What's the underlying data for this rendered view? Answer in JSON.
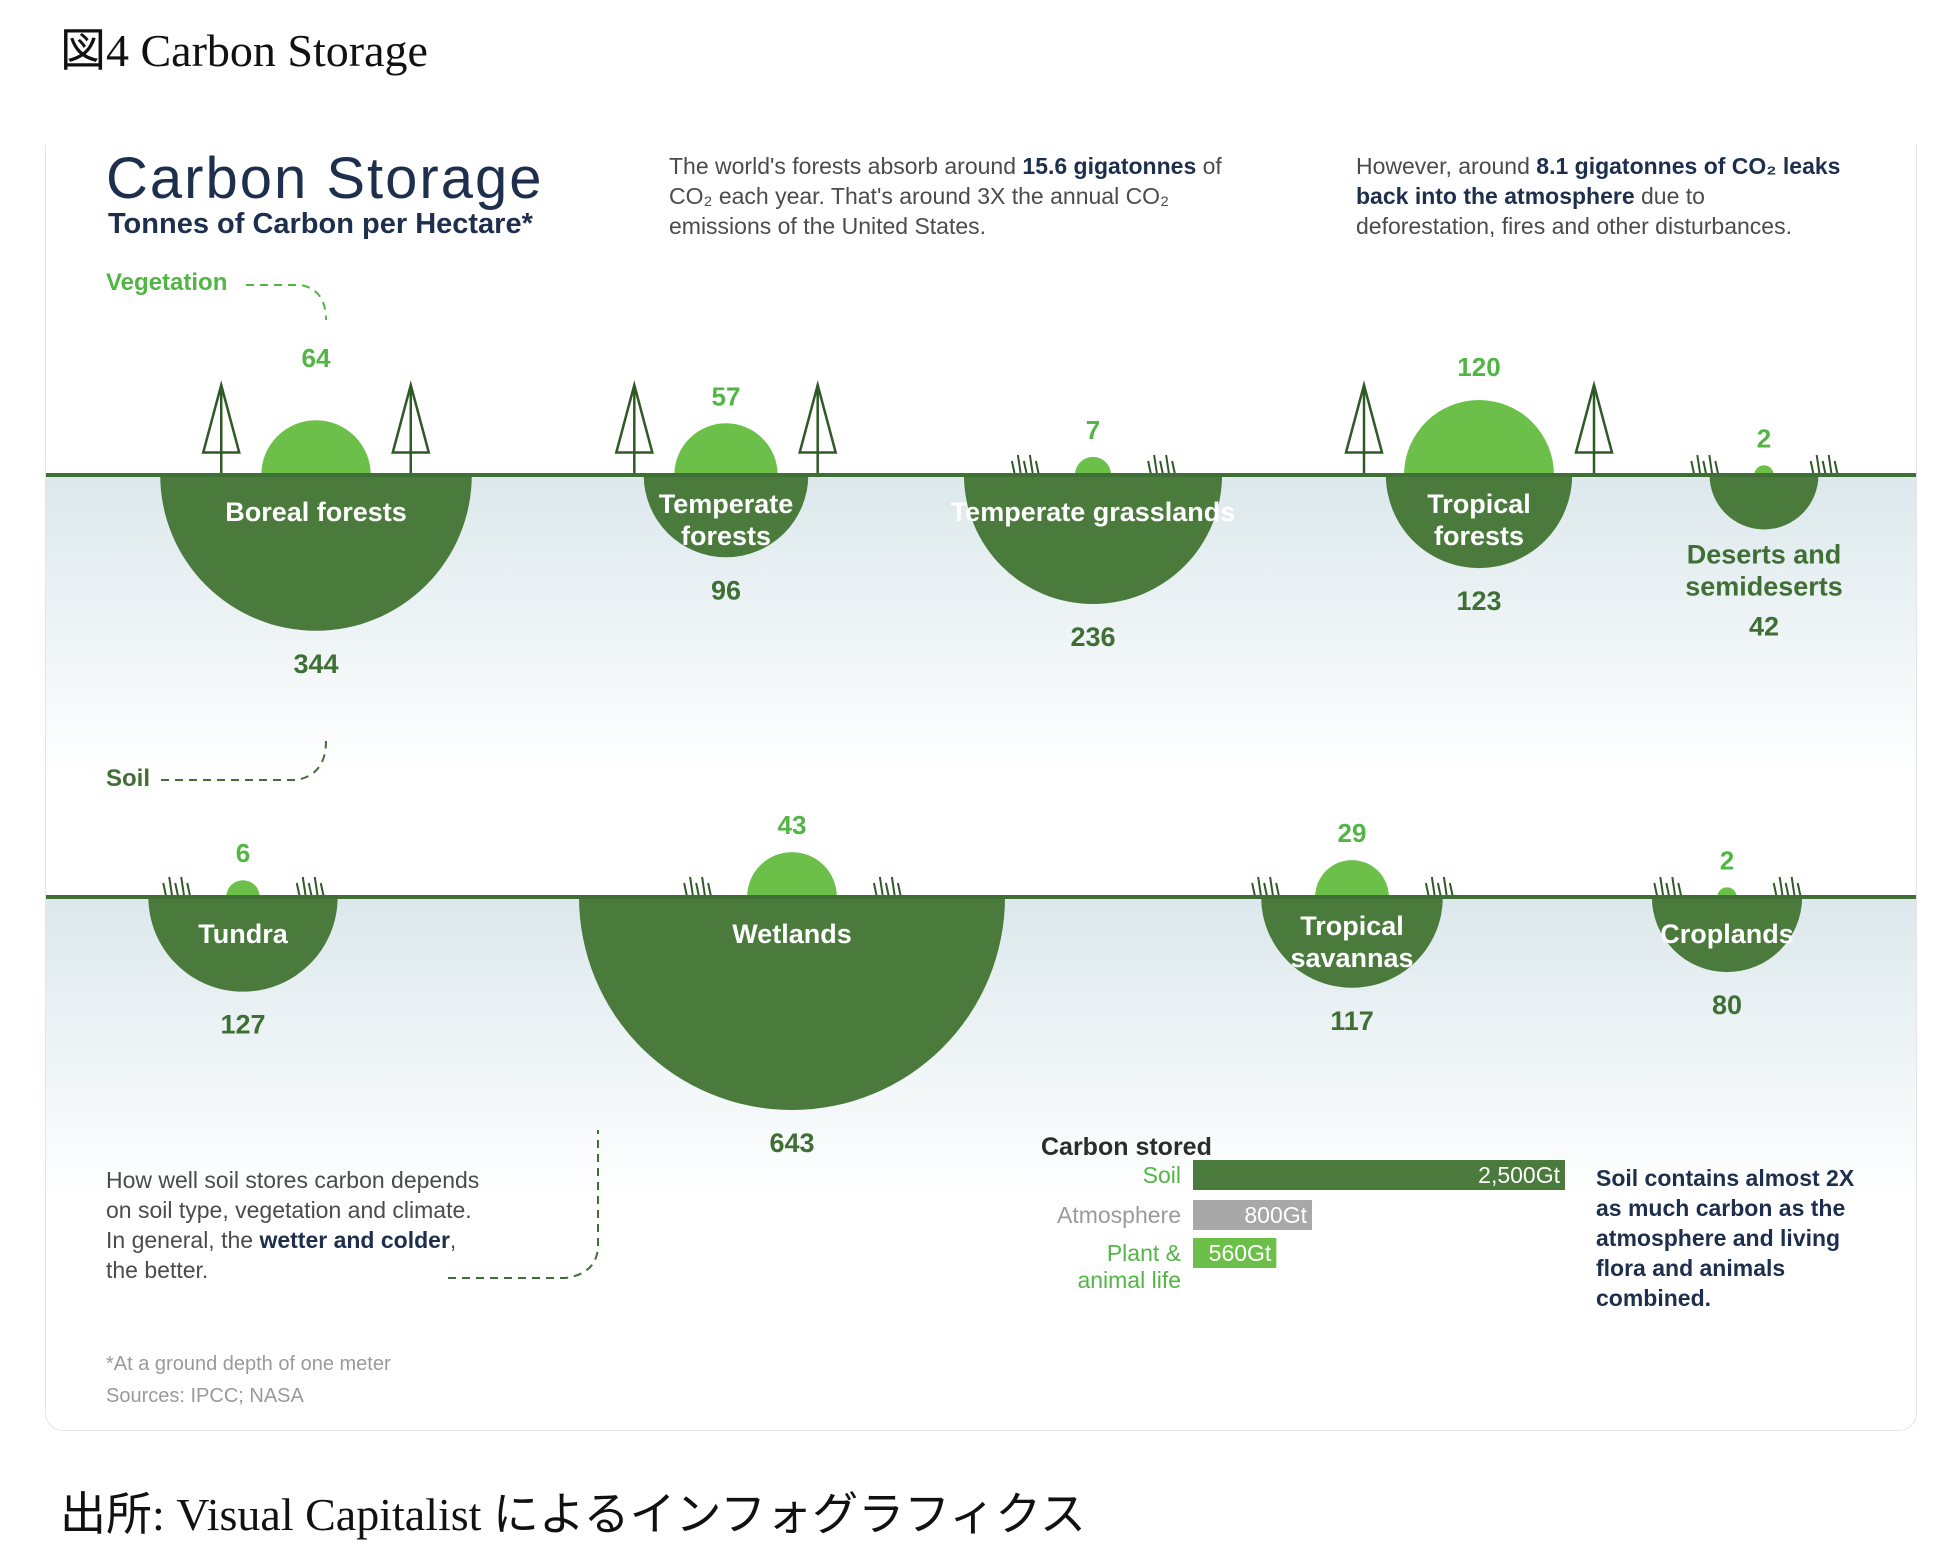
{
  "figure_caption": "図4  Carbon Storage",
  "source_caption": "出所: Visual Capitalist によるインフォグラフィクス",
  "infographic": {
    "title": "Carbon Storage",
    "subtitle": "Tonnes of Carbon per Hectare*",
    "intro_left_1": "The world's forests absorb around",
    "intro_left_bold": "15.6 gigatonnes",
    "intro_left_2": "of CO₂ each year. That's around 3X the annual CO₂ emissions of the United States.",
    "intro_right_1": "However, around",
    "intro_right_bold": "8.1 gigatonnes of CO₂ leaks back into the atmosphere",
    "intro_right_2": "due to deforestation, fires and other disturbances.",
    "vegetation_label": "Vegetation",
    "soil_label": "Soil",
    "soil_note_1": "How well soil stores carbon depends on soil type, vegetation and climate. In general, the",
    "soil_note_bold": "wetter and colder",
    "soil_note_2": ", the better.",
    "footnote": "*At a ground depth of one meter",
    "sources": "Sources: IPCC; NASA",
    "legend_title": "Carbon stored",
    "legend_note": "Soil contains almost 2X as much carbon as the atmosphere and living flora and animals combined."
  },
  "colors": {
    "soil": "#4a7a3c",
    "vegetation": "#6cc04a",
    "label_green": "#52b545",
    "navy": "#1d2f4c",
    "atmosphere_bar": "#a8a8a8",
    "ground_band_top": "#dce8ec"
  },
  "chart_data": [
    {
      "type": "bubble",
      "title": "Carbon Storage",
      "subtitle": "Tonnes of Carbon per Hectare*",
      "series": [
        {
          "name": "Vegetation",
          "values": [
            64,
            57,
            7,
            120,
            2,
            6,
            43,
            29,
            2
          ]
        },
        {
          "name": "Soil",
          "values": [
            344,
            96,
            236,
            123,
            42,
            127,
            643,
            117,
            80
          ]
        }
      ],
      "categories": [
        "Boreal forests",
        "Temperate forests",
        "Temperate grasslands",
        "Tropical forests",
        "Deserts and semideserts",
        "Tundra",
        "Wetlands",
        "Tropical savannas",
        "Croplands"
      ],
      "display_labels": [
        [
          "Boreal forests"
        ],
        [
          "Temperate",
          "forests"
        ],
        [
          "Temperate grasslands"
        ],
        [
          "Tropical",
          "forests"
        ],
        [
          "Deserts and",
          "semideserts"
        ],
        [
          "Tundra"
        ],
        [
          "Wetlands"
        ],
        [
          "Tropical",
          "savannas"
        ],
        [
          "Croplands"
        ]
      ],
      "rows": [
        1,
        1,
        1,
        1,
        1,
        2,
        2,
        2,
        2
      ]
    },
    {
      "type": "bar",
      "title": "Carbon stored",
      "categories": [
        "Soil",
        "Atmosphere",
        "Plant & animal life"
      ],
      "display_labels": [
        [
          "Soil"
        ],
        [
          "Atmosphere"
        ],
        [
          "Plant &",
          "animal life"
        ]
      ],
      "values": [
        2500,
        800,
        560
      ],
      "value_labels": [
        "2,500Gt",
        "800Gt",
        "560Gt"
      ],
      "unit": "Gt"
    }
  ]
}
